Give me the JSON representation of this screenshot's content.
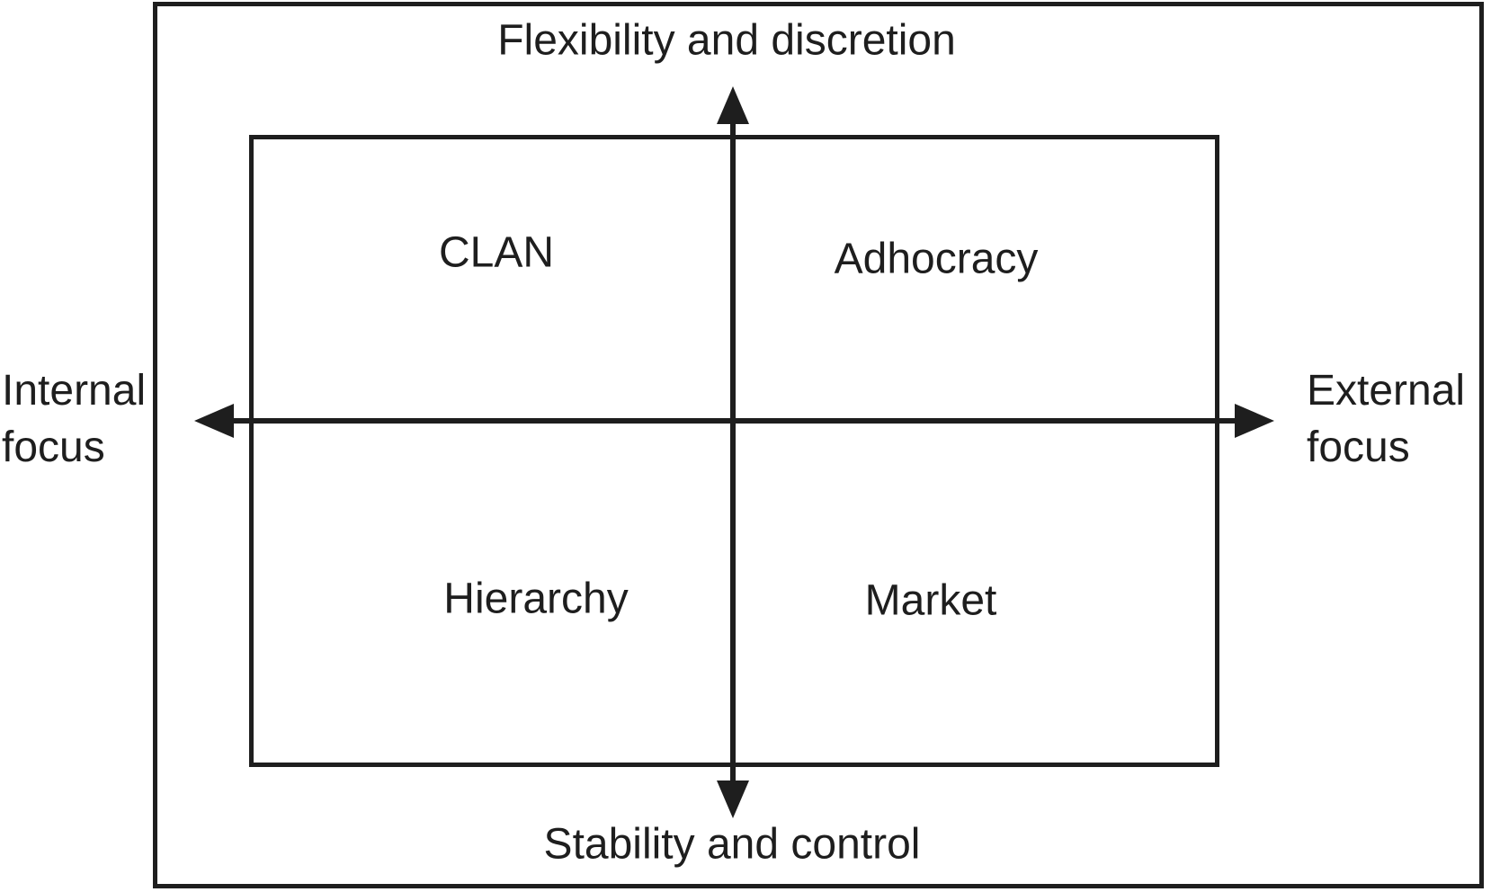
{
  "diagram": {
    "type": "quadrant-diagram",
    "axis_top_label": "Flexibility and discretion",
    "axis_bottom_label": "Stability and control",
    "left_label_lines": [
      "Internal",
      "focus"
    ],
    "right_label_lines": [
      "External",
      "focus"
    ],
    "quadrants": [
      {
        "position": "top-left",
        "label": "CLAN"
      },
      {
        "position": "top-right",
        "label": "Adhocracy"
      },
      {
        "position": "bottom-left",
        "label": "Hierarchy"
      },
      {
        "position": "bottom-right",
        "label": "Market"
      }
    ],
    "colors": {
      "ink": "#1e1e1e",
      "background": "#ffffff"
    }
  }
}
